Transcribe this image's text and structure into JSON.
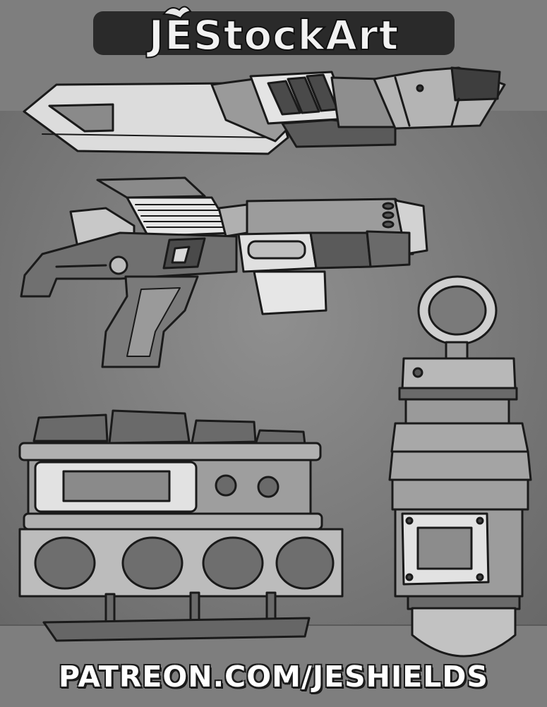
{
  "brand": {
    "logo_text": "JEStockArt"
  },
  "footer": {
    "url_text": "PATREON.COM/JESHIELDS"
  },
  "illustration": {
    "items": [
      "combat-knife",
      "blaster-gun",
      "brass-knuckles",
      "cylindrical-grenade"
    ]
  },
  "colors": {
    "background": "#757575",
    "ink": "#1a1a1a",
    "light_gray": "#d8d8d8",
    "mid_gray": "#9a9a9a",
    "dark_gray": "#555555"
  }
}
